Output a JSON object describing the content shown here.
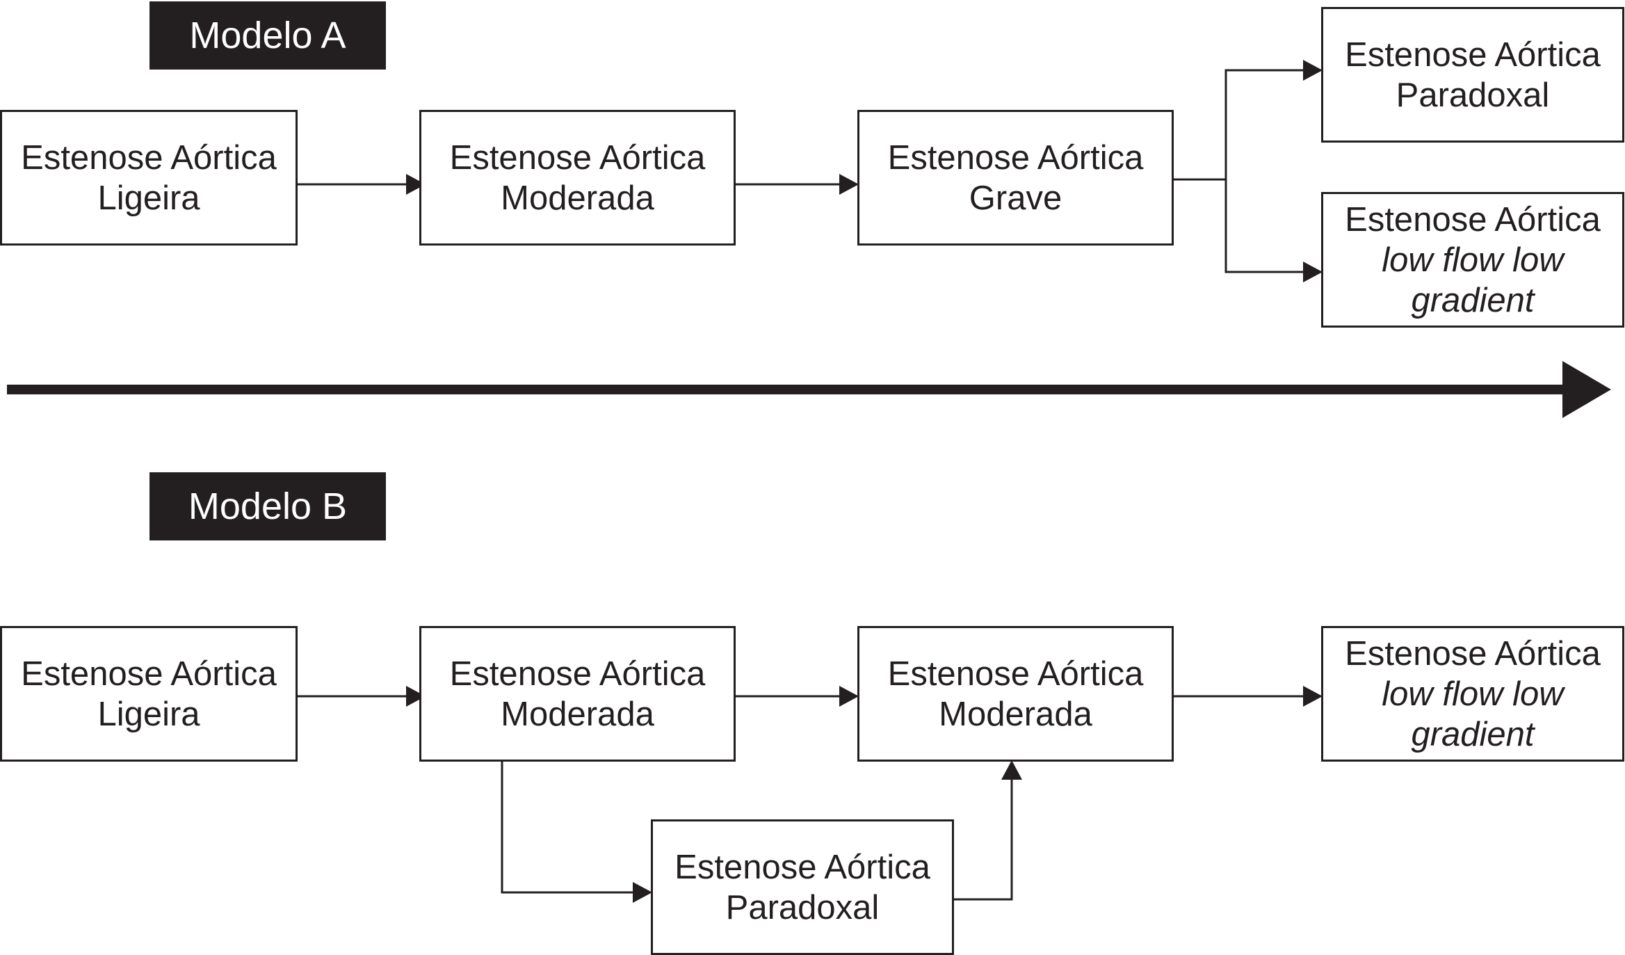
{
  "model_a": {
    "label": "Modelo A",
    "nodes": {
      "ligeira": {
        "line1": "Estenose Aórtica",
        "line2": "Ligeira"
      },
      "moderada": {
        "line1": "Estenose Aórtica",
        "line2": "Moderada"
      },
      "grave": {
        "line1": "Estenose Aórtica",
        "line2": "Grave"
      },
      "paradoxal": {
        "line1": "Estenose Aórtica",
        "line2": "Paradoxal"
      },
      "lflg": {
        "line1": "Estenose Aórtica",
        "line2": "low flow low",
        "line3": "gradient"
      }
    }
  },
  "model_b": {
    "label": "Modelo B",
    "nodes": {
      "ligeira": {
        "line1": "Estenose Aórtica",
        "line2": "Ligeira"
      },
      "moderada_1": {
        "line1": "Estenose Aórtica",
        "line2": "Moderada"
      },
      "moderada_2": {
        "line1": "Estenose Aórtica",
        "line2": "Moderada"
      },
      "lflg": {
        "line1": "Estenose Aórtica",
        "line2": "low flow low",
        "line3": "gradient"
      },
      "paradoxal": {
        "line1": "Estenose Aórtica",
        "line2": "Paradoxal"
      }
    }
  },
  "colors": {
    "ink": "#231f20",
    "label_background": "#231f20",
    "label_text": "#ffffff",
    "box_background": "#ffffff"
  }
}
